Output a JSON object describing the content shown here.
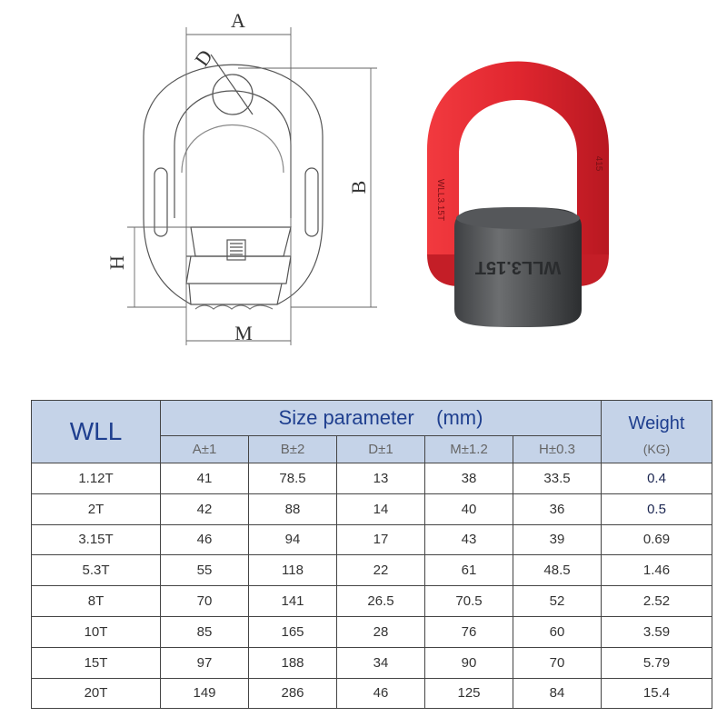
{
  "diagram_labels": {
    "a": "A",
    "b": "B",
    "d": "D",
    "h": "H",
    "m": "M"
  },
  "colors": {
    "header_bg": "#c5d3e8",
    "header_text": "#1f3f8f",
    "ring_red": "#e0262f",
    "block_grey": "#4a4c4e"
  },
  "photo_markings": {
    "block": "WLL3.15T",
    "ring_left": "WLL3.15T",
    "ring_right": "415"
  },
  "table": {
    "header_wll": "WLL",
    "header_size": "Size parameter    (mm)",
    "header_weight": "Weight",
    "header_weight_unit": "(KG)",
    "columns": [
      "A±1",
      "B±2",
      "D±1",
      "M±1.2",
      "H±0.3"
    ],
    "rows": [
      [
        "1.12T",
        "41",
        "78.5",
        "13",
        "38",
        "33.5",
        "0.4"
      ],
      [
        "2T",
        "42",
        "88",
        "14",
        "40",
        "36",
        "0.5"
      ],
      [
        "3.15T",
        "46",
        "94",
        "17",
        "43",
        "39",
        "0.69"
      ],
      [
        "5.3T",
        "55",
        "118",
        "22",
        "61",
        "48.5",
        "1.46"
      ],
      [
        "8T",
        "70",
        "141",
        "26.5",
        "70.5",
        "52",
        "2.52"
      ],
      [
        "10T",
        "85",
        "165",
        "28",
        "76",
        "60",
        "3.59"
      ],
      [
        "15T",
        "97",
        "188",
        "34",
        "90",
        "70",
        "5.79"
      ],
      [
        "20T",
        "149",
        "286",
        "46",
        "125",
        "84",
        "15.4"
      ]
    ]
  }
}
